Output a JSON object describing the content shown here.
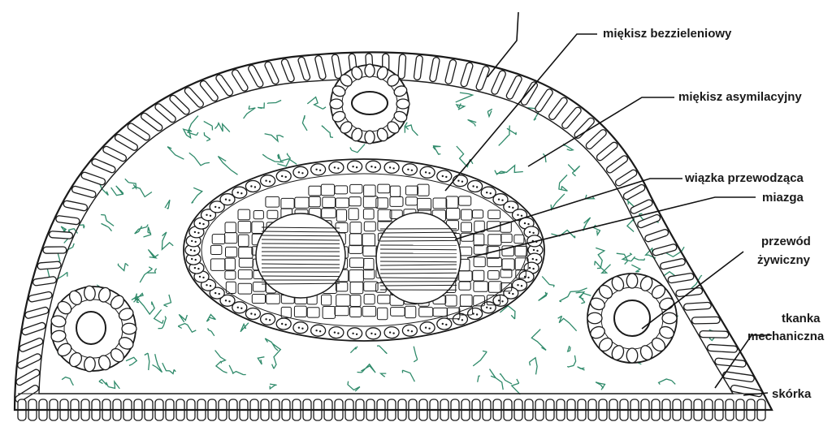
{
  "labels": {
    "miekisz_bezzieleniowy": "miękisz bezzieleniowy",
    "miekisz_asymilacyjny": "miękisz asymilacyjny",
    "wiazka_przewodzaca": "wiązka przewodząca",
    "miazga": "miazga",
    "przewod_line1": "przewód",
    "przewod_line2": "żywiczny",
    "tkanka_line1": "tkanka",
    "tkanka_line2": "mechaniczna",
    "skorka": "skórka"
  },
  "colors": {
    "ink": "#1a1a1a",
    "assimilation_parenchyma": "#2f8a6a",
    "background": "#ffffff"
  }
}
